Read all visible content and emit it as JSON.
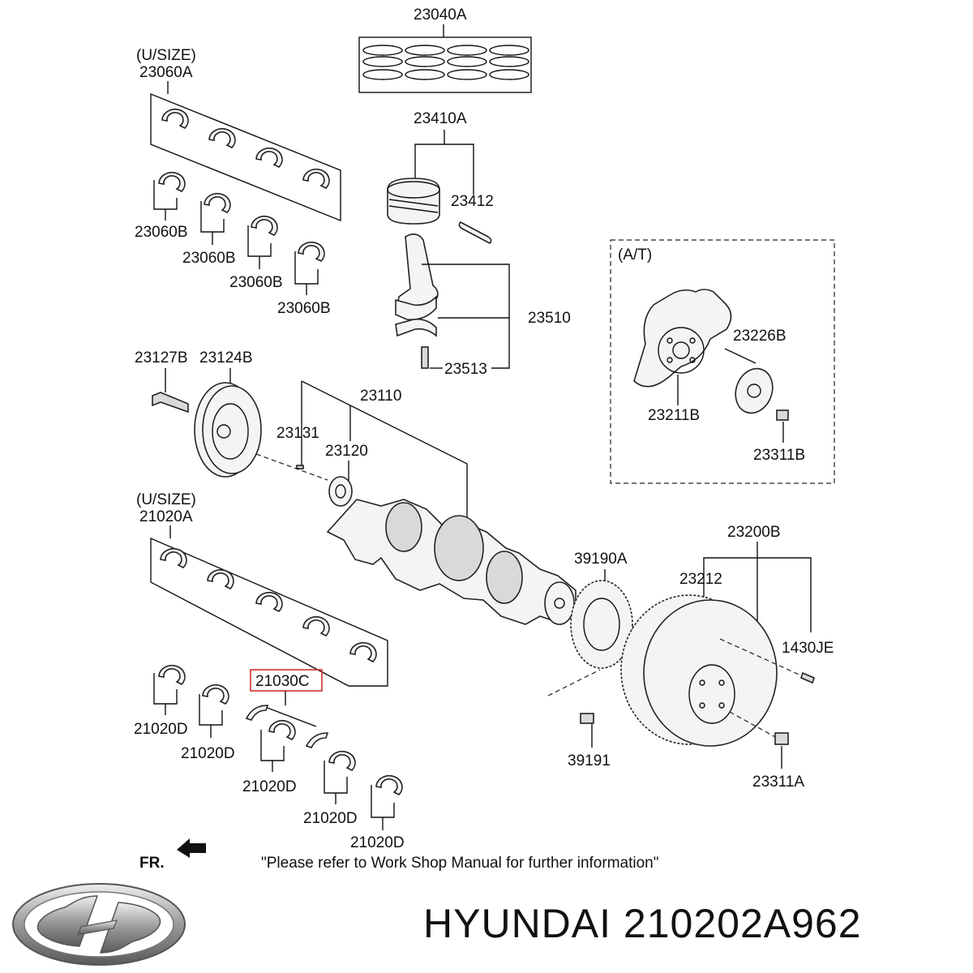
{
  "diagram": {
    "labels": {
      "p23040A": "23040A",
      "usize_top": "(U/SIZE)",
      "p23060A": "23060A",
      "p23410A": "23410A",
      "p23412": "23412",
      "p23060B": "23060B",
      "p23510": "23510",
      "p23513": "23513",
      "at": "(A/T)",
      "p23226B": "23226B",
      "p23211B": "23211B",
      "p23311B": "23311B",
      "p23127B": "23127B",
      "p23124B": "23124B",
      "p23110": "23110",
      "p23131": "23131",
      "p23120": "23120",
      "usize_bottom": "(U/SIZE)",
      "p21020A": "21020A",
      "p23200B": "23200B",
      "p39190A": "39190A",
      "p23212": "23212",
      "p1430JE": "1430JE",
      "p21030C": "21030C",
      "p21020D": "21020D",
      "p39191": "39191",
      "p23311A": "23311A",
      "fr": "FR.",
      "note": "\"Please refer to Work Shop Manual for further information\""
    },
    "highlight_color": "#d03030"
  },
  "brand": {
    "caption": "HYUNDAI 210202A962",
    "logo_icon": "hyundai-logo-icon"
  }
}
